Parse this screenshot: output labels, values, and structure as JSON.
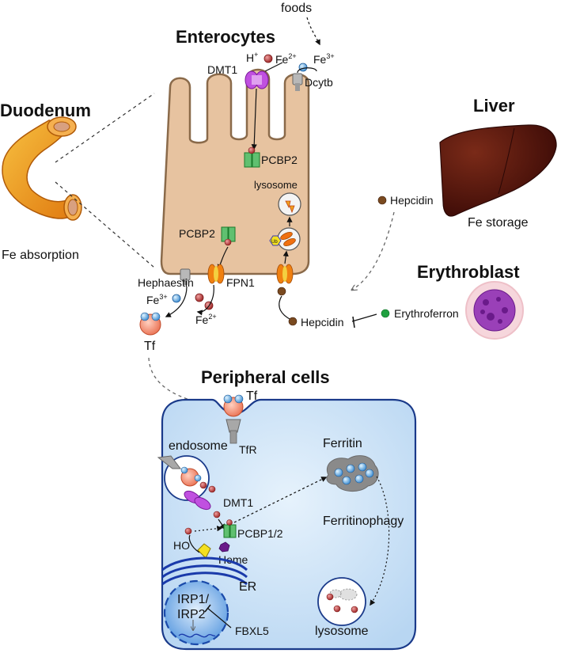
{
  "titles": {
    "enterocytes": "Enterocytes",
    "duodenum": "Duodenum",
    "liver": "Liver",
    "erythroblast": "Erythroblast",
    "peripheral": "Peripheral cells"
  },
  "labels": {
    "foods": "foods",
    "h_plus": "H",
    "h_plus_sup": "+",
    "fe2_top": "Fe",
    "fe2_top_sup": "2+",
    "fe3_top": "Fe",
    "fe3_top_sup": "3+",
    "dmt1_top": "DMT1",
    "dcytb": "Dcytb",
    "pcbp2_upper": "PCBP2",
    "lysosome_top": "lysosome",
    "pcbp2_lower": "PCBP2",
    "fpn1": "FPN1",
    "hephaestin": "Hephaestin",
    "fe3_low": "Fe",
    "fe3_low_sup": "3+",
    "fe2_low": "Fe",
    "fe2_low_sup": "2+",
    "tf_top": "Tf",
    "fe_absorption": "Fe absorption",
    "hepcidin_liver": "Hepcidin",
    "fe_storage": "Fe storage",
    "hepcidin_main": "Hepcidin",
    "erythroferron": "Erythroferron",
    "tf_peripheral": "Tf",
    "tfr": "TfR",
    "endosome": "endosome",
    "dmt1_peripheral": "DMT1",
    "ferritin": "Ferritin",
    "ferritinophagy": "Ferritinophagy",
    "pcbp12": "PCBP1/2",
    "ho": "HO",
    "heme": "Heme",
    "er": "ER",
    "irp1": "IRP1/",
    "irp2": "IRP2",
    "fbxl5": "FBXL5",
    "lysosome_bottom": "lysosome",
    "ub": "Ub"
  },
  "colors": {
    "enterocyte_fill": "#e8c4a0",
    "enterocyte_stroke": "#8a6a4a",
    "duodenum": "#f0a020",
    "liver": "#5a1a10",
    "cell_fill": "#cfe4f7",
    "cell_stroke": "#1a3a8a",
    "iron_red": "#b03030",
    "iron_blue": "#5aaee0",
    "dmt1_purple": "#c050e0",
    "pcbp_green": "#30a040",
    "fpn_orange": "#f07010",
    "hepcidin_brown": "#7a4a20",
    "erythroferron_green": "#20a040",
    "ferritin_grey": "#8a8a8a",
    "heme_purple": "#6a1a8a",
    "tf_salmon": "#f58a6a",
    "erythroblast_pink": "#f4c8d4",
    "erythroblast_nucleus": "#8a3aaa"
  }
}
